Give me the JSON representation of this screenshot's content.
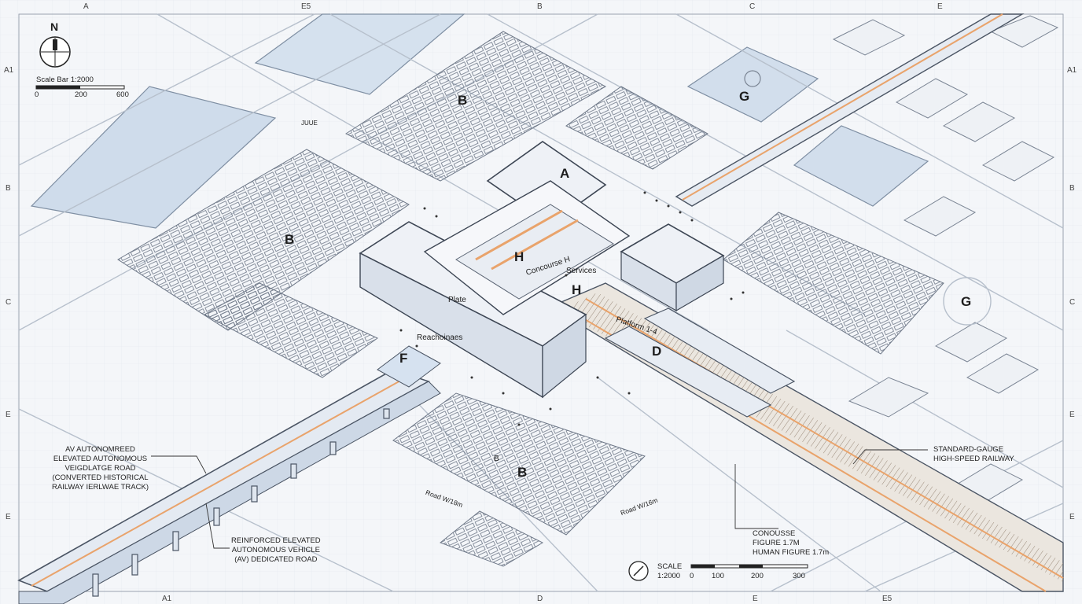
{
  "grid_labels": {
    "top": [
      "A",
      "E5",
      "B",
      "C",
      "E"
    ],
    "bottom": [
      "A1",
      "D",
      "E",
      "E5"
    ],
    "left": [
      "A1",
      "B",
      "C",
      "E",
      "E"
    ],
    "right": [
      "A1",
      "B",
      "C",
      "E",
      "E"
    ]
  },
  "north": {
    "letter": "N"
  },
  "scale_bar_top": {
    "title": "Scale Bar 1:2000",
    "ticks": [
      "0",
      "200",
      "600"
    ]
  },
  "scale_bar_bottom": {
    "title": "SCALE",
    "ratio": "1:2000",
    "ticks": [
      "0",
      "100",
      "200",
      "300"
    ]
  },
  "zones": {
    "b_northwest_lot": "B",
    "b_west_lot": "B",
    "b_south_lot_small": "B",
    "b_south_lot": "B",
    "a": "A",
    "h_upper": "H",
    "h_lower": "H",
    "g_north": "G",
    "g_east": "G",
    "f": "F",
    "d": "D"
  },
  "station_labels": {
    "concourse": "Concourse H",
    "services": "Services",
    "plate": "Plate",
    "reachonaes": "Reachoinaes",
    "platform": "Platform 1-4",
    "small_tag": "JUUE"
  },
  "roads": {
    "road_a": "Road W/18m",
    "road_b": "Road W/16m"
  },
  "annotations": {
    "av_road_top": [
      "AV AUTONOMREED",
      "ELEVATED AUTONOMOUS",
      "VEIGDLATGE ROAD",
      "(CONVERTED HISTORICAL",
      "RAILWAY IERLWAE TRACK)"
    ],
    "av_road_bottom": [
      "REINFORCED ELEVATED",
      "AUTONOMOUS VEHICLE",
      "(AV) DEDICATED ROAD"
    ],
    "railway": [
      "STANDARD-GAUGE",
      "HIGH-SPEED RAILWAY"
    ],
    "concourse_figure": [
      "CONOUSSE",
      "FIGURE 1.7M",
      "HUMAN FIGURE 1.7m"
    ]
  },
  "colors": {
    "paper": "#f4f6f9",
    "grid_line": "#dfe5ee",
    "water": "#cfdceb",
    "roof": "#eef1f6",
    "line": "#4b5564",
    "rail_accent": "#e9a36b"
  }
}
